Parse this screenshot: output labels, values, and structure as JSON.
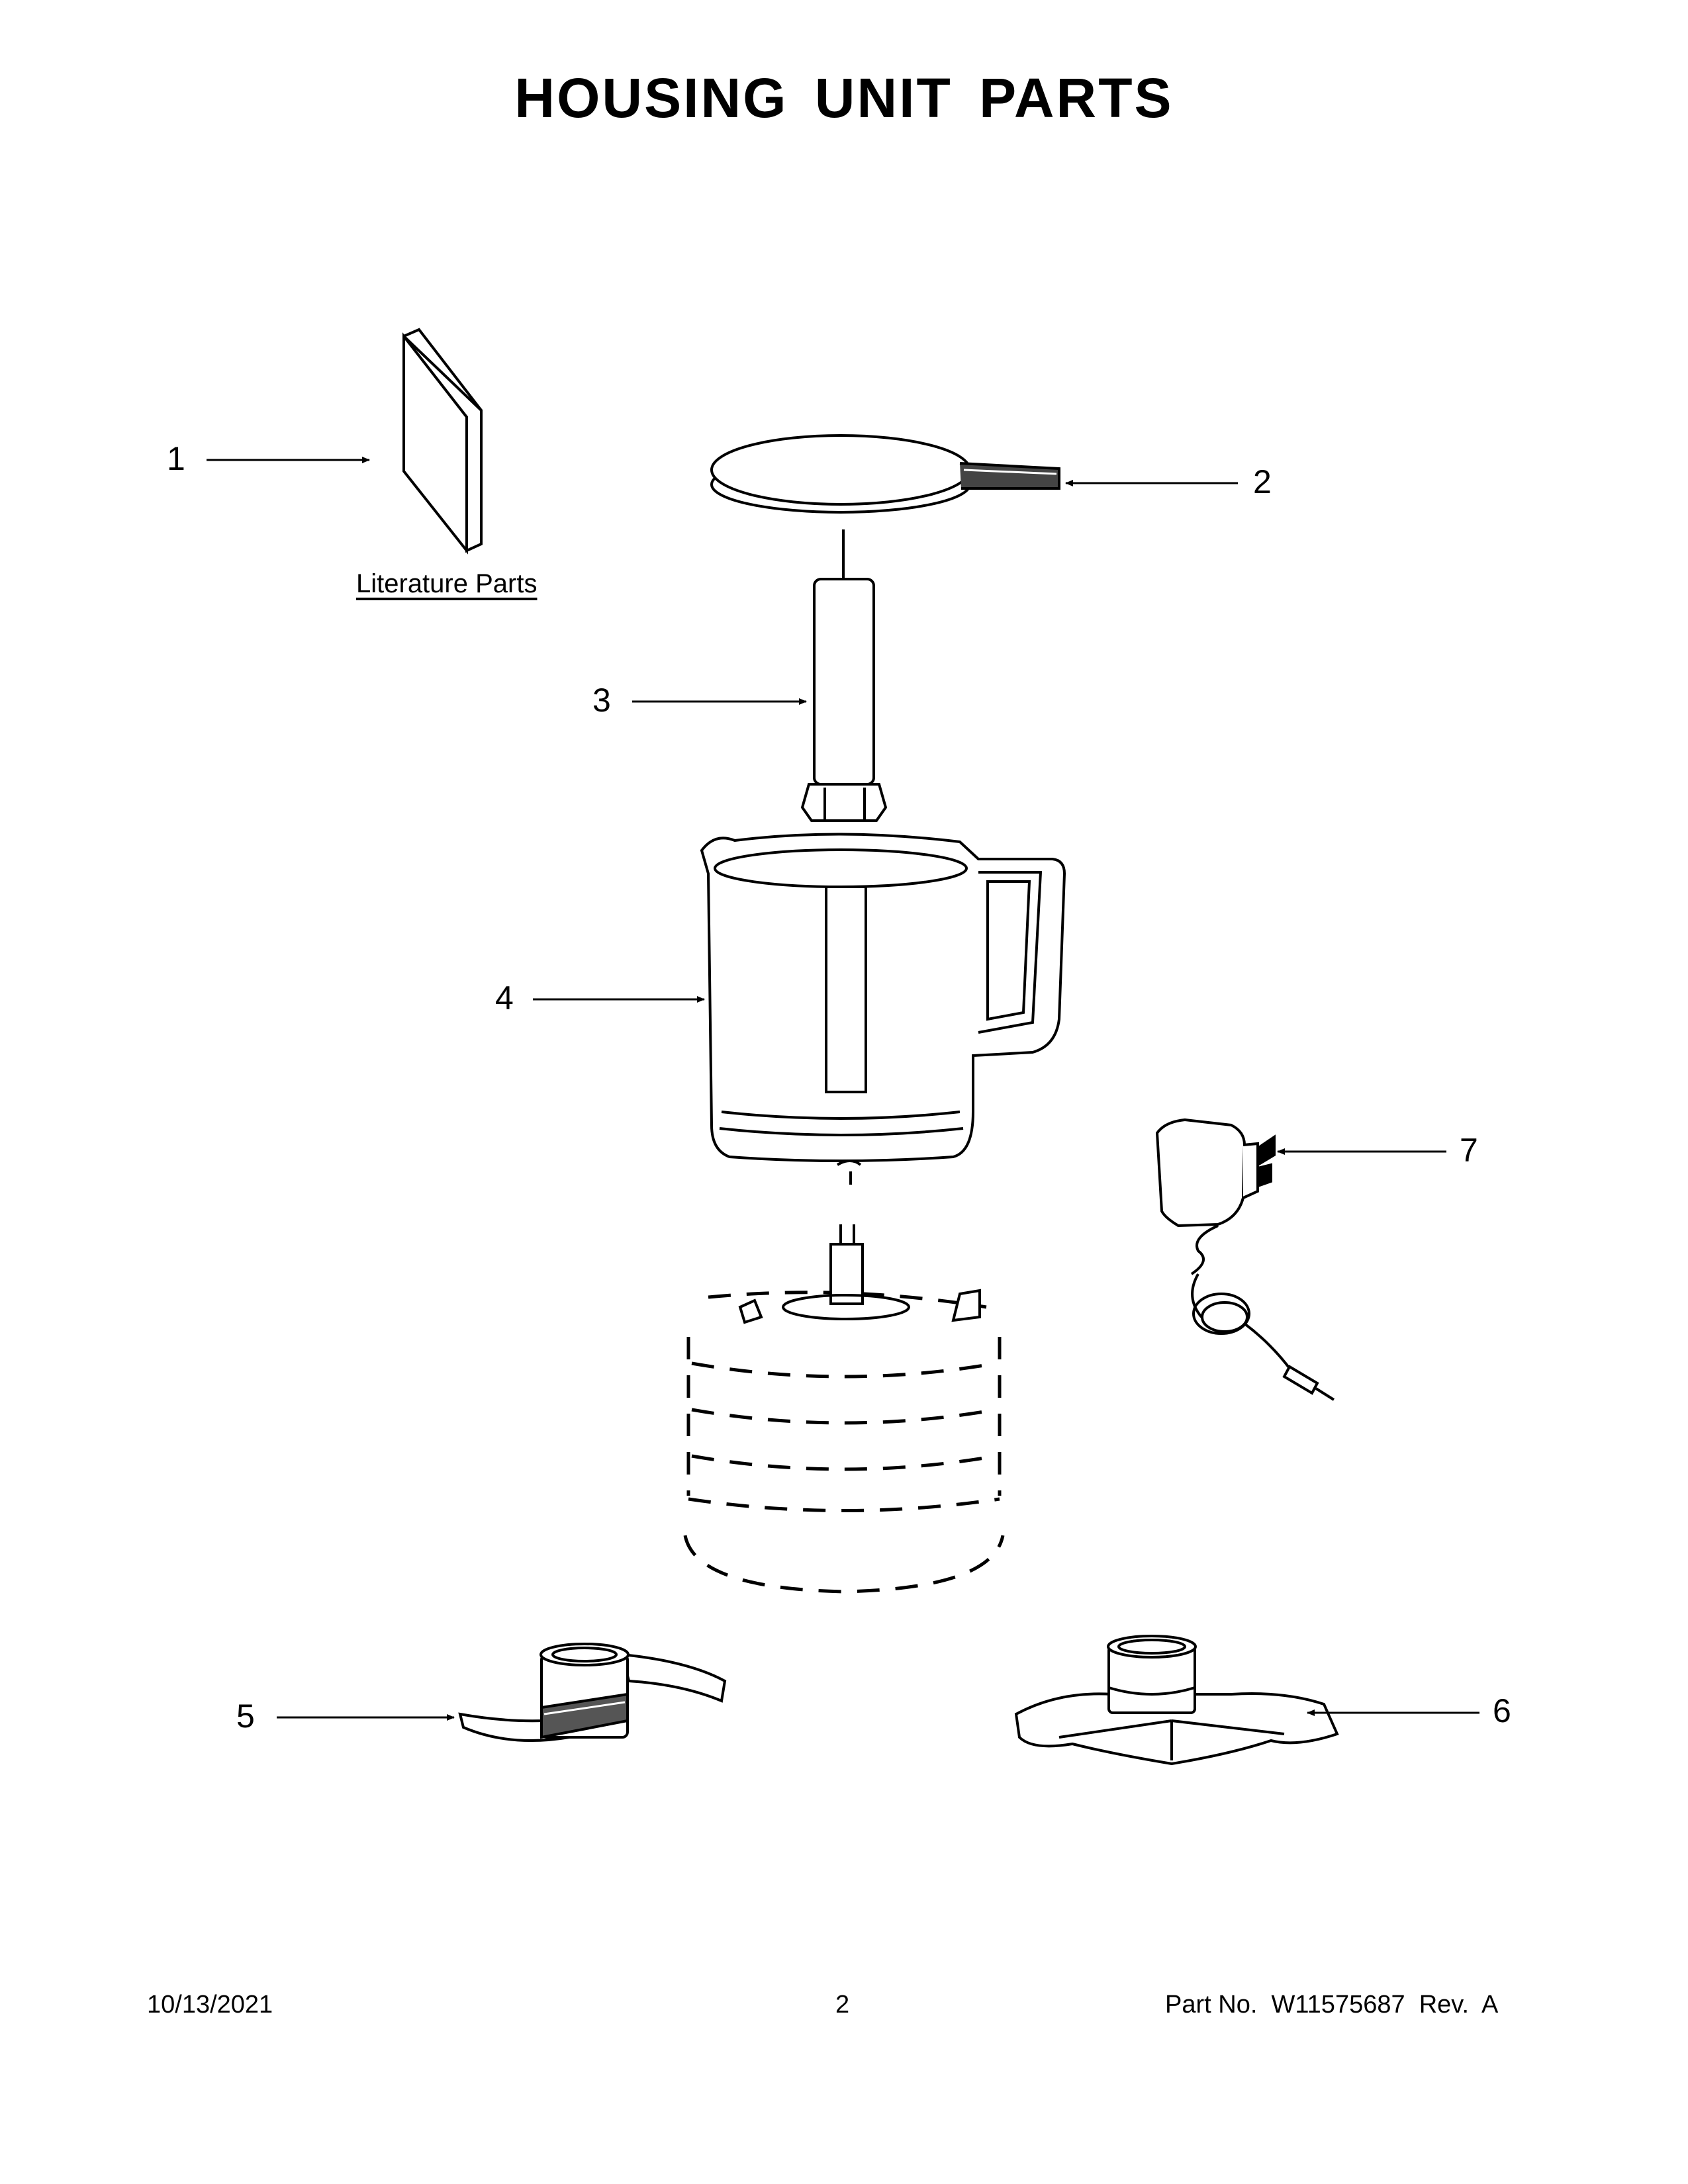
{
  "page": {
    "title": "HOUSING UNIT PARTS",
    "literature_label": "Literature Parts"
  },
  "callouts": [
    "1",
    "2",
    "3",
    "4",
    "5",
    "6",
    "7"
  ],
  "footer": {
    "date": "10/13/2021",
    "page_number": "2",
    "part_number": "Part No.  W11575687  Rev.  A"
  }
}
